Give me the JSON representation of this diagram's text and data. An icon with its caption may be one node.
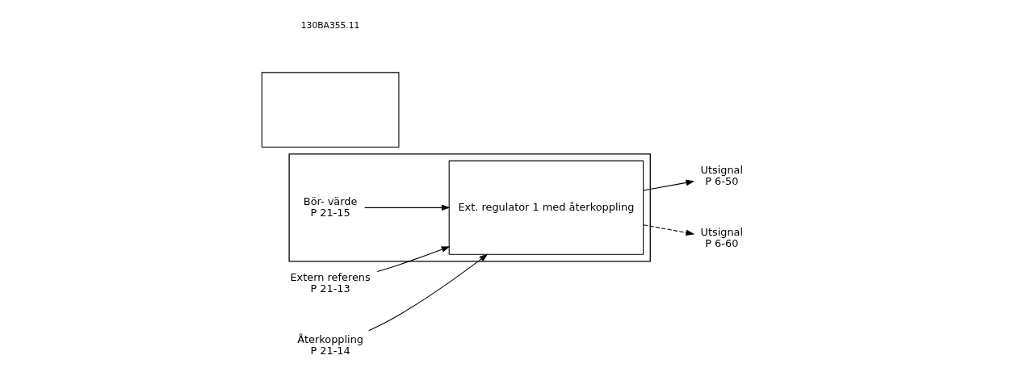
{
  "diagram": {
    "nodes": [
      {
        "text": [],
        "shape": "box"
      },
      {
        "text": [
          "Extern referens",
          "P 21-13"
        ]
      },
      {
        "text": [
          "Bör- värde",
          "P 21-15"
        ],
        "in": 0
      },
      {
        "text": [
          "Ext. regulator 1 med återkoppling"
        ],
        "in": 0
      },
      {
        "text": [
          "Återkoppling",
          "P 21-14"
        ]
      },
      {
        "text": [
          "Utsignal",
          "P 6-50"
        ]
      },
      {
        "text": [],
        "shape": "box"
      },
      {
        "text": [
          "Utsignal",
          "P 6-60"
        ]
      }
    ],
    "edges": [
      {
        "from": 1,
        "to": 3,
        "arrow": "to"
      },
      {
        "from": 2,
        "to": 3,
        "arrow": "to"
      },
      {
        "from": 4,
        "to": 3,
        "arrow": "to"
      },
      {
        "from": 3,
        "to": 5,
        "arrow": "to"
      },
      {
        "from": 3,
        "to": 7,
        "arrow": "to",
        "style": "dashed"
      }
    ],
    "labels": [
      "130BA355.11"
    ]
  }
}
